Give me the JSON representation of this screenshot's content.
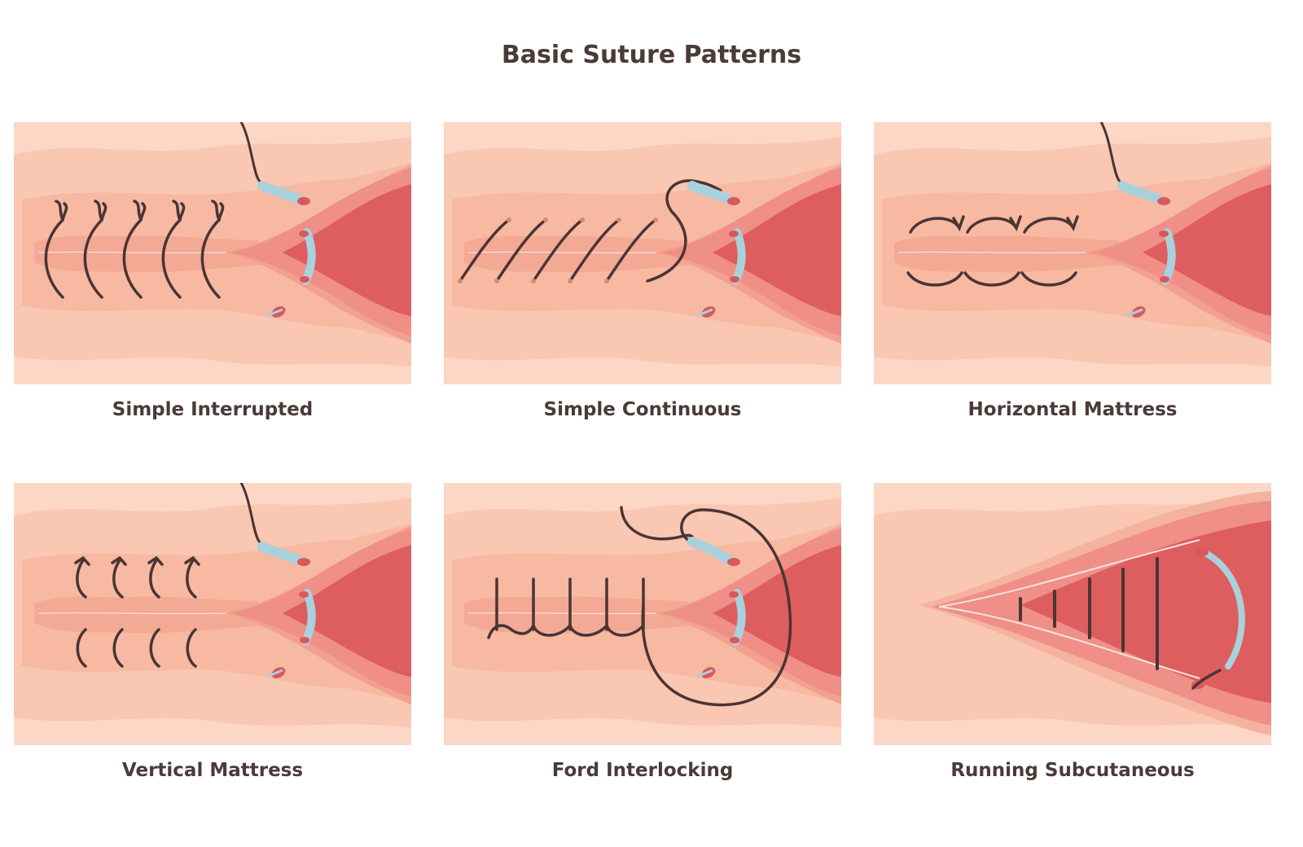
{
  "title": "Basic Suture Patterns",
  "colors": {
    "background": "#ffffff",
    "skin_light": "#fcd7c6",
    "skin_mid": "#f9c0a8",
    "skin_dark": "#f5ae98",
    "wound_light": "#f08a84",
    "wound_dark": "#dd5a5c",
    "suture": "#4a3434",
    "needle": "#a9d1dd",
    "title_text": "#4a3a38"
  },
  "panels": [
    {
      "label": "Simple Interrupted",
      "needle-icon": "curved-needle-icon"
    },
    {
      "label": "Simple Continuous",
      "needle-icon": "curved-needle-icon"
    },
    {
      "label": "Horizontal Mattress",
      "needle-icon": "curved-needle-icon"
    },
    {
      "label": "Vertical Mattress",
      "needle-icon": "curved-needle-icon"
    },
    {
      "label": "Ford Interlocking",
      "needle-icon": "curved-needle-icon"
    },
    {
      "label": "Running Subcutaneous",
      "needle-icon": "curved-needle-icon"
    }
  ]
}
